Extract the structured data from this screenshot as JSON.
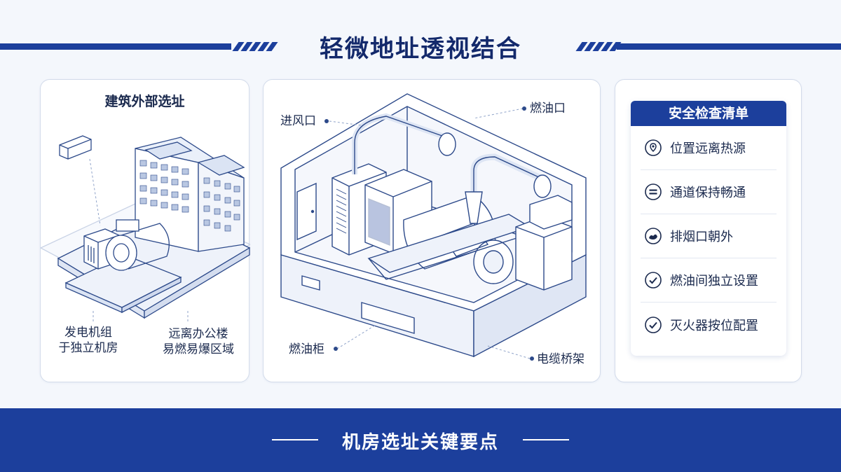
{
  "title": "轻微地址透视结合",
  "left_panel": {
    "title": "建筑外部选址",
    "label_generator": [
      "发电机组",
      "于独立机房"
    ],
    "label_office": [
      "远离办公楼",
      "易燃易爆区域"
    ]
  },
  "center_panel": {
    "label_air_inlet": "进风口",
    "label_fuel_inlet": "燃油口",
    "label_fuel_cabinet": "燃油柜",
    "label_cable_tray": "电缆桥架"
  },
  "checklist": {
    "title": "安全检查清单",
    "items": [
      {
        "label": "位置远离热源",
        "icon": "location-pin-icon"
      },
      {
        "label": "通道保持畅通",
        "icon": "equals-circle-icon"
      },
      {
        "label": "排烟口朝外",
        "icon": "smoke-circle-icon"
      },
      {
        "label": "燃油间独立设置",
        "icon": "check-circle-icon"
      },
      {
        "label": "灭火器按位配置",
        "icon": "check-circle-icon"
      }
    ]
  },
  "footer": {
    "text": "机房选址关键要点"
  },
  "colors": {
    "primary": "#1c3f9c",
    "line": "#2d4a8a",
    "light_fill": "#eef2fa"
  }
}
